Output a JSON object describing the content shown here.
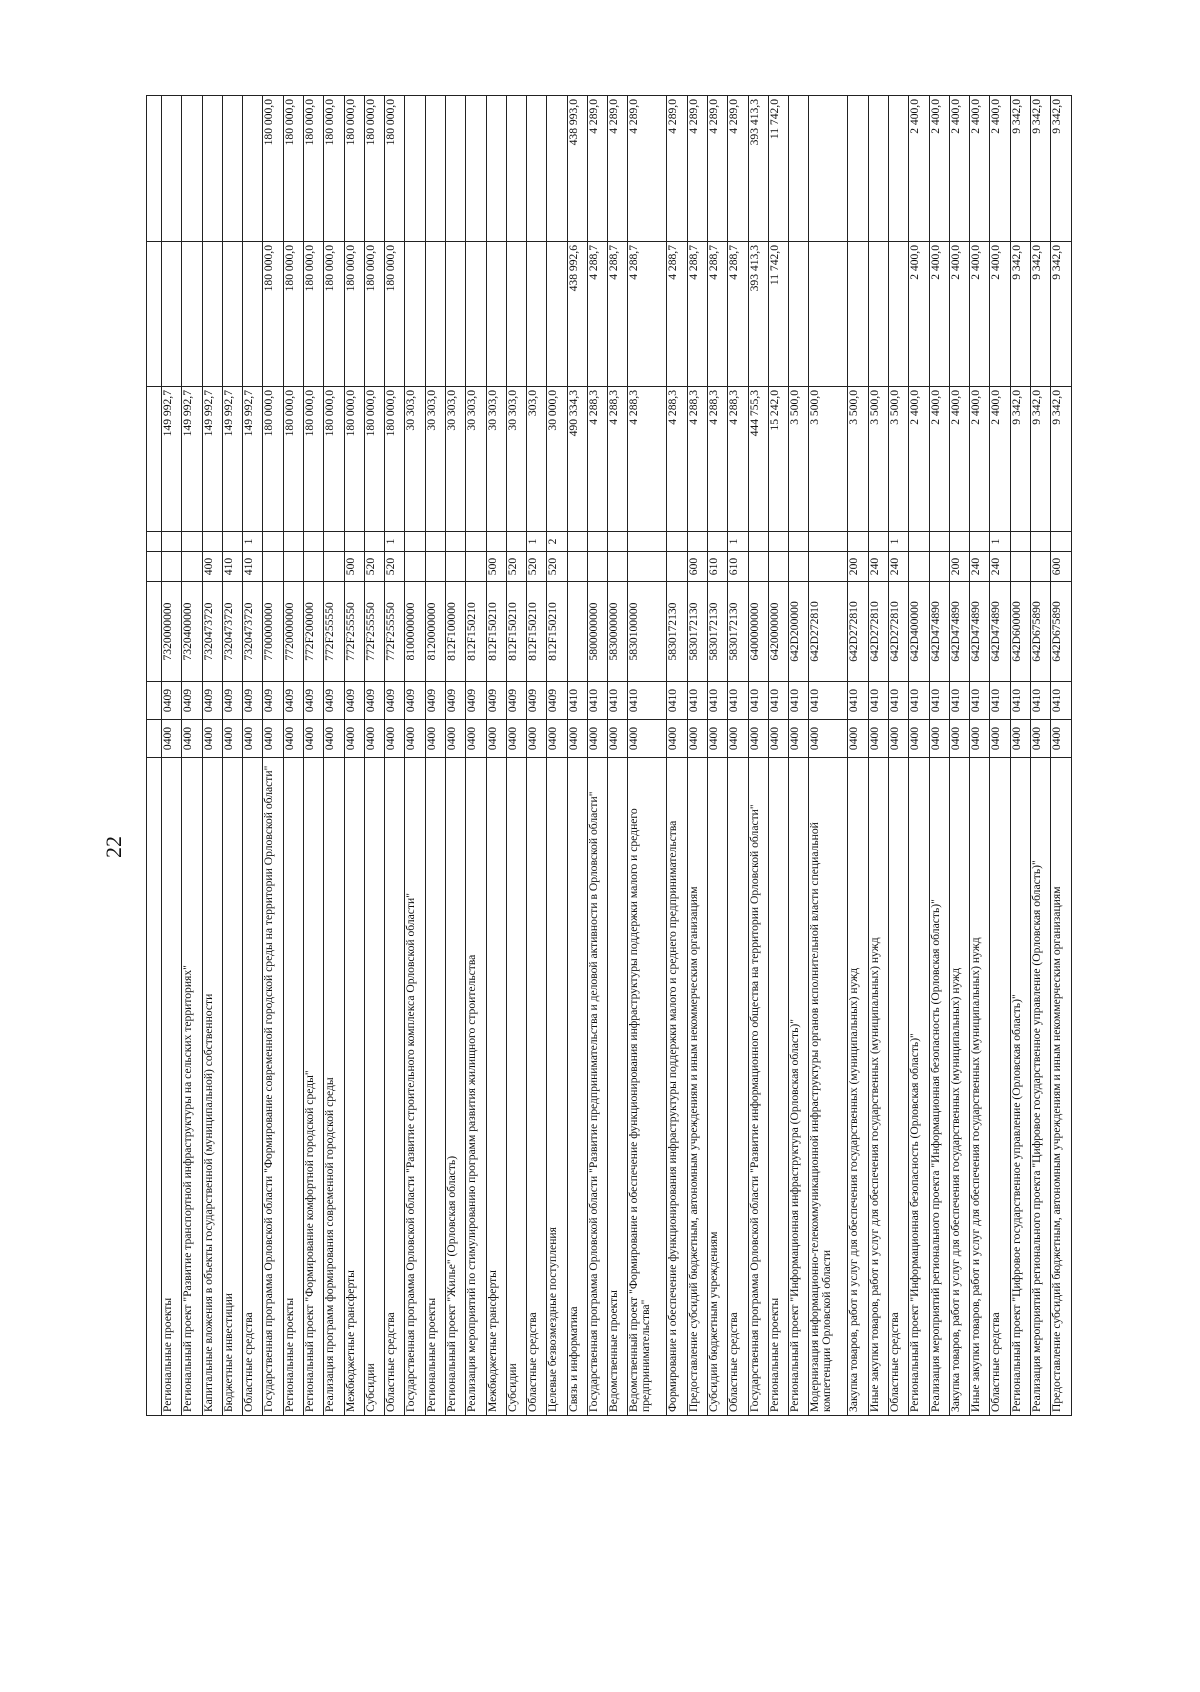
{
  "page_number": "22",
  "rows": [
    {
      "name": "",
      "rz": "",
      "pr": "",
      "csr": "",
      "vr": "",
      "m": "",
      "a": "",
      "b": "",
      "c": ""
    },
    {
      "name": "Региональные проекты",
      "rz": "0400",
      "pr": "0409",
      "csr": "7320000000",
      "vr": "",
      "m": "",
      "a": "149 992,7",
      "b": "",
      "c": ""
    },
    {
      "name": "Региональный проект \"Развитие транспортной инфраструктуры на сельских территориях\"",
      "rz": "0400",
      "pr": "0409",
      "csr": "7320400000",
      "vr": "",
      "m": "",
      "a": "149 992,7",
      "b": "",
      "c": ""
    },
    {
      "name": "Капитальные вложения в объекты государственной (муниципальной) собственности",
      "rz": "0400",
      "pr": "0409",
      "csr": "7320473720",
      "vr": "400",
      "m": "",
      "a": "149 992,7",
      "b": "",
      "c": ""
    },
    {
      "name": "Бюджетные инвестиции",
      "rz": "0400",
      "pr": "0409",
      "csr": "7320473720",
      "vr": "410",
      "m": "",
      "a": "149 992,7",
      "b": "",
      "c": ""
    },
    {
      "name": "Областные средства",
      "rz": "0400",
      "pr": "0409",
      "csr": "7320473720",
      "vr": "410",
      "m": "1",
      "a": "149 992,7",
      "b": "",
      "c": ""
    },
    {
      "name": "Государственная программа Орловской области \"Формирование современной городской среды на территории Орловской области\"",
      "rz": "0400",
      "pr": "0409",
      "csr": "7700000000",
      "vr": "",
      "m": "",
      "a": "180 000,0",
      "b": "180 000,0",
      "c": "180 000,0"
    },
    {
      "name": "Региональные проекты",
      "rz": "0400",
      "pr": "0409",
      "csr": "7720000000",
      "vr": "",
      "m": "",
      "a": "180 000,0",
      "b": "180 000,0",
      "c": "180 000,0"
    },
    {
      "name": "Региональный проект \"Формирование комфортной городской среды\"",
      "rz": "0400",
      "pr": "0409",
      "csr": "772F200000",
      "vr": "",
      "m": "",
      "a": "180 000,0",
      "b": "180 000,0",
      "c": "180 000,0"
    },
    {
      "name": "Реализация программ формирования современной городской среды",
      "rz": "0400",
      "pr": "0409",
      "csr": "772F255550",
      "vr": "",
      "m": "",
      "a": "180 000,0",
      "b": "180 000,0",
      "c": "180 000,0"
    },
    {
      "name": "Межбюджетные трансферты",
      "rz": "0400",
      "pr": "0409",
      "csr": "772F255550",
      "vr": "500",
      "m": "",
      "a": "180 000,0",
      "b": "180 000,0",
      "c": "180 000,0"
    },
    {
      "name": "Субсидии",
      "rz": "0400",
      "pr": "0409",
      "csr": "772F255550",
      "vr": "520",
      "m": "",
      "a": "180 000,0",
      "b": "180 000,0",
      "c": "180 000,0"
    },
    {
      "name": "Областные средства",
      "rz": "0400",
      "pr": "0409",
      "csr": "772F255550",
      "vr": "520",
      "m": "1",
      "a": "180 000,0",
      "b": "180 000,0",
      "c": "180 000,0"
    },
    {
      "name": "Государственная программа Орловской области \"Развитие строительного комплекса Орловской области\"",
      "rz": "0400",
      "pr": "0409",
      "csr": "8100000000",
      "vr": "",
      "m": "",
      "a": "30 303,0",
      "b": "",
      "c": ""
    },
    {
      "name": "Региональные проекты",
      "rz": "0400",
      "pr": "0409",
      "csr": "8120000000",
      "vr": "",
      "m": "",
      "a": "30 303,0",
      "b": "",
      "c": ""
    },
    {
      "name": "Региональный проект \"Жилье\" (Орловская область)",
      "rz": "0400",
      "pr": "0409",
      "csr": "812F100000",
      "vr": "",
      "m": "",
      "a": "30 303,0",
      "b": "",
      "c": ""
    },
    {
      "name": "Реализация мероприятий по стимулированию программ развития жилищного строительства",
      "rz": "0400",
      "pr": "0409",
      "csr": "812F150210",
      "vr": "",
      "m": "",
      "a": "30 303,0",
      "b": "",
      "c": ""
    },
    {
      "name": "Межбюджетные трансферты",
      "rz": "0400",
      "pr": "0409",
      "csr": "812F150210",
      "vr": "500",
      "m": "",
      "a": "30 303,0",
      "b": "",
      "c": ""
    },
    {
      "name": "Субсидии",
      "rz": "0400",
      "pr": "0409",
      "csr": "812F150210",
      "vr": "520",
      "m": "",
      "a": "30 303,0",
      "b": "",
      "c": ""
    },
    {
      "name": "Областные средства",
      "rz": "0400",
      "pr": "0409",
      "csr": "812F150210",
      "vr": "520",
      "m": "1",
      "a": "303,0",
      "b": "",
      "c": ""
    },
    {
      "name": "Целевые безвозмездные поступления",
      "rz": "0400",
      "pr": "0409",
      "csr": "812F150210",
      "vr": "520",
      "m": "2",
      "a": "30 000,0",
      "b": "",
      "c": ""
    },
    {
      "name": "Связь и информатика",
      "rz": "0400",
      "pr": "0410",
      "csr": "",
      "vr": "",
      "m": "",
      "a": "490 334,3",
      "b": "438 992,6",
      "c": "438 993,0"
    },
    {
      "name": "Государственная программа Орловской области \"Развитие предпринимательства и деловой активности в Орловской области\"",
      "rz": "0400",
      "pr": "0410",
      "csr": "5800000000",
      "vr": "",
      "m": "",
      "a": "4 288,3",
      "b": "4 288,7",
      "c": "4 289,0"
    },
    {
      "name": "Ведомственные проекты",
      "rz": "0400",
      "pr": "0410",
      "csr": "5830000000",
      "vr": "",
      "m": "",
      "a": "4 288,3",
      "b": "4 288,7",
      "c": "4 289,0"
    },
    {
      "name": "Ведомственный проект \"Формирование и обеспечение функционирования инфраструктуры поддержки малого и среднего предпринимательства\"",
      "rz": "0400",
      "pr": "0410",
      "csr": "5830100000",
      "vr": "",
      "m": "",
      "a": "4 288,3",
      "b": "4 288,7",
      "c": "4 289,0"
    },
    {
      "name": "Формирование и обеспечение функционирования инфраструктуры поддержки малого и среднего предпринимательства",
      "rz": "0400",
      "pr": "0410",
      "csr": "5830172130",
      "vr": "",
      "m": "",
      "a": "4 288,3",
      "b": "4 288,7",
      "c": "4 289,0"
    },
    {
      "name": "Предоставление субсидий бюджетным, автономным учреждениям и иным некоммерческим организациям",
      "rz": "0400",
      "pr": "0410",
      "csr": "5830172130",
      "vr": "600",
      "m": "",
      "a": "4 288,3",
      "b": "4 288,7",
      "c": "4 289,0"
    },
    {
      "name": "Субсидии бюджетным учреждениям",
      "rz": "0400",
      "pr": "0410",
      "csr": "5830172130",
      "vr": "610",
      "m": "",
      "a": "4 288,3",
      "b": "4 288,7",
      "c": "4 289,0"
    },
    {
      "name": "Областные средства",
      "rz": "0400",
      "pr": "0410",
      "csr": "5830172130",
      "vr": "610",
      "m": "1",
      "a": "4 288,3",
      "b": "4 288,7",
      "c": "4 289,0"
    },
    {
      "name": "Государственная программа Орловской области \"Развитие информационного общества на территории Орловской области\"",
      "rz": "0400",
      "pr": "0410",
      "csr": "6400000000",
      "vr": "",
      "m": "",
      "a": "444 755,3",
      "b": "393 413,3",
      "c": "393 413,3"
    },
    {
      "name": "Региональные проекты",
      "rz": "0400",
      "pr": "0410",
      "csr": "6420000000",
      "vr": "",
      "m": "",
      "a": "15 242,0",
      "b": "11 742,0",
      "c": "11 742,0"
    },
    {
      "name": "Региональный проект \"Информационная инфраструктура (Орловская область)\"",
      "rz": "0400",
      "pr": "0410",
      "csr": "642D200000",
      "vr": "",
      "m": "",
      "a": "3 500,0",
      "b": "",
      "c": ""
    },
    {
      "name": "Модернизация информационно-телекоммуникационной инфраструктуры органов исполнительной власти специальной компетенции Орловской области",
      "rz": "0400",
      "pr": "0410",
      "csr": "642D272810",
      "vr": "",
      "m": "",
      "a": "3 500,0",
      "b": "",
      "c": ""
    },
    {
      "name": "Закупка товаров, работ и услуг для обеспечения государственных (муниципальных) нужд",
      "rz": "0400",
      "pr": "0410",
      "csr": "642D272810",
      "vr": "200",
      "m": "",
      "a": "3 500,0",
      "b": "",
      "c": ""
    },
    {
      "name": "Иные закупки товаров, работ и услуг для обеспечения государственных (муниципальных) нужд",
      "rz": "0400",
      "pr": "0410",
      "csr": "642D272810",
      "vr": "240",
      "m": "",
      "a": "3 500,0",
      "b": "",
      "c": ""
    },
    {
      "name": "Областные средства",
      "rz": "0400",
      "pr": "0410",
      "csr": "642D272810",
      "vr": "240",
      "m": "1",
      "a": "3 500,0",
      "b": "",
      "c": ""
    },
    {
      "name": "Региональный проект \"Информационная безопасность (Орловская область)\"",
      "rz": "0400",
      "pr": "0410",
      "csr": "642D400000",
      "vr": "",
      "m": "",
      "a": "2 400,0",
      "b": "2 400,0",
      "c": "2 400,0"
    },
    {
      "name": "Реализация мероприятий регионального проекта \"Информационная безопасность (Орловская область)\"",
      "rz": "0400",
      "pr": "0410",
      "csr": "642D474890",
      "vr": "",
      "m": "",
      "a": "2 400,0",
      "b": "2 400,0",
      "c": "2 400,0"
    },
    {
      "name": "Закупка товаров, работ и услуг для обеспечения государственных (муниципальных) нужд",
      "rz": "0400",
      "pr": "0410",
      "csr": "642D474890",
      "vr": "200",
      "m": "",
      "a": "2 400,0",
      "b": "2 400,0",
      "c": "2 400,0"
    },
    {
      "name": "Иные закупки товаров, работ и услуг для обеспечения государственных (муниципальных) нужд",
      "rz": "0400",
      "pr": "0410",
      "csr": "642D474890",
      "vr": "240",
      "m": "",
      "a": "2 400,0",
      "b": "2 400,0",
      "c": "2 400,0"
    },
    {
      "name": "Областные средства",
      "rz": "0400",
      "pr": "0410",
      "csr": "642D474890",
      "vr": "240",
      "m": "1",
      "a": "2 400,0",
      "b": "2 400,0",
      "c": "2 400,0"
    },
    {
      "name": "Региональный проект \"Цифровое государственное управление (Орловская область)\"",
      "rz": "0400",
      "pr": "0410",
      "csr": "642D600000",
      "vr": "",
      "m": "",
      "a": "9 342,0",
      "b": "9 342,0",
      "c": "9 342,0"
    },
    {
      "name": "Реализация мероприятий регионального проекта \"Цифровое государственное управление (Орловская область)\"",
      "rz": "0400",
      "pr": "0410",
      "csr": "642D675890",
      "vr": "",
      "m": "",
      "a": "9 342,0",
      "b": "9 342,0",
      "c": "9 342,0"
    },
    {
      "name": "Предоставление субсидий бюджетным, автономным учреждениям и иным некоммерческим организациям",
      "rz": "0400",
      "pr": "0410",
      "csr": "642D675890",
      "vr": "600",
      "m": "",
      "a": "9 342,0",
      "b": "9 342,0",
      "c": "9 342,0"
    }
  ]
}
